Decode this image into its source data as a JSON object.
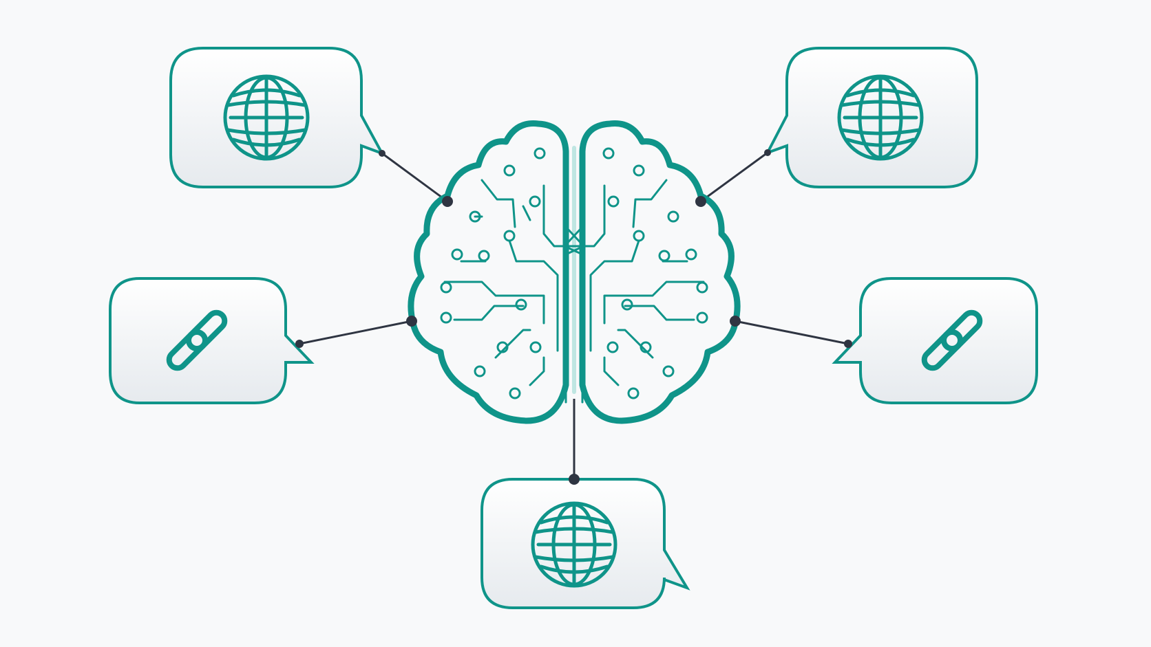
{
  "colors": {
    "background": "#f8f9fa",
    "accent": "#0f9489",
    "connector": "#2f3542",
    "bubble_fill_top": "#ffffff",
    "bubble_fill_bottom": "#e6eaee"
  },
  "center": {
    "name": "brain",
    "icon": "circuit-brain-icon"
  },
  "nodes": [
    {
      "id": "top-left",
      "icon": "globe-icon"
    },
    {
      "id": "top-right",
      "icon": "globe-icon"
    },
    {
      "id": "middle-left",
      "icon": "link-icon"
    },
    {
      "id": "middle-right",
      "icon": "link-icon"
    },
    {
      "id": "bottom",
      "icon": "globe-icon"
    }
  ]
}
